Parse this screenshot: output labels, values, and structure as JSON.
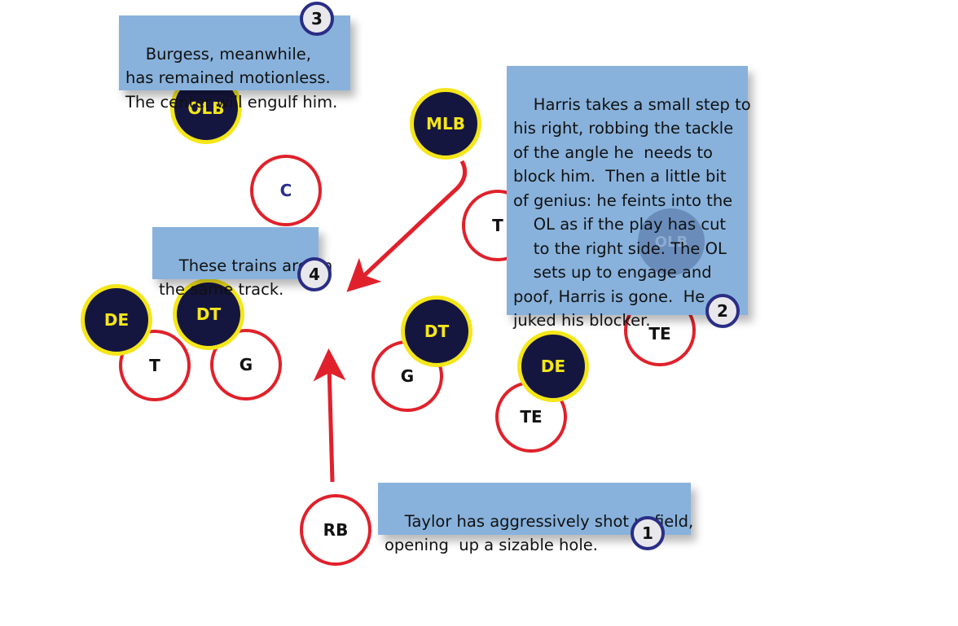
{
  "colors": {
    "offense_ring": "#e0212b",
    "defense_fill": "#15163f",
    "defense_ring": "#f5e61a",
    "note_bg": "#88b2dc",
    "badge_ring": "#2a2d85",
    "arrow": "#e0212b"
  },
  "offense": {
    "c": "C",
    "t_left": "T",
    "g_left": "G",
    "g_right": "G",
    "t_right": "T",
    "te_inner": "TE",
    "te_outer": "TE",
    "rb": "RB"
  },
  "defense": {
    "olb_left": "OLB",
    "mlb": "MLB",
    "de_left": "DE",
    "dt_left": "DT",
    "dt_right": "DT",
    "de_right": "DE",
    "olb_ghost": "OLB"
  },
  "notes": [
    {
      "number": "1",
      "text": "Taylor has aggressively shot upfield,\nopening  up a sizable hole."
    },
    {
      "number": "2",
      "text": "Harris takes a small step to\nhis right, robbing the tackle\nof the angle he  needs to\nblock him.  Then a little bit\nof genius: he feints into the\n    OL as if the play has cut\n    to the right side. The OL\n    sets up to engage and\npoof, Harris is gone.  He\njuked his blocker."
    },
    {
      "number": "3",
      "text": "Burgess, meanwhile,\nhas remained motionless.\nThe center will engulf him."
    },
    {
      "number": "4",
      "text": "These trains are on\nthe same track."
    }
  ]
}
